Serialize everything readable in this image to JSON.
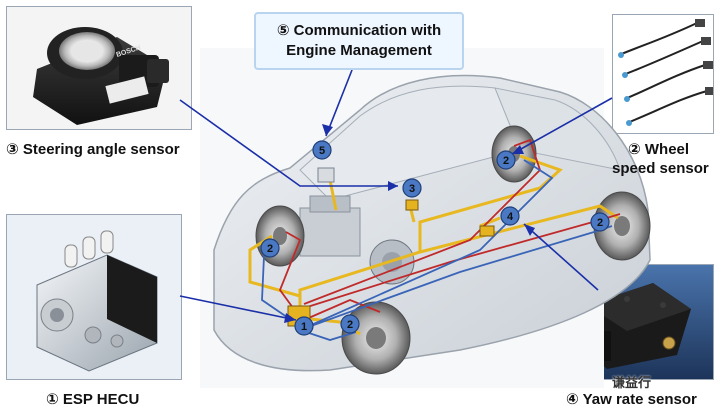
{
  "labels": {
    "steering_angle_sensor": "③ Steering angle sensor",
    "wheel_speed_sensor_line1": "② Wheel",
    "wheel_speed_sensor_line2": "speed sensor",
    "communication_line1": "⑤ Communication with",
    "communication_line2": "Engine Management",
    "esp_hecu": "① ESP HECU",
    "yaw_rate_sensor": "④ Yaw rate sensor"
  },
  "markers": [
    {
      "id": "marker-1",
      "text": "1"
    },
    {
      "id": "marker-2-front-left",
      "text": "2"
    },
    {
      "id": "marker-2-front-bottom",
      "text": "2"
    },
    {
      "id": "marker-2-rear-top",
      "text": "2"
    },
    {
      "id": "marker-2-rear-right",
      "text": "2"
    },
    {
      "id": "marker-3",
      "text": "3"
    },
    {
      "id": "marker-4",
      "text": "4"
    },
    {
      "id": "marker-5",
      "text": "5"
    }
  ],
  "sensor_photo_text": {
    "steering_brand": "BOSCH"
  },
  "watermark": "谦益行",
  "colors": {
    "marker_fill": "#4a78c2",
    "marker_stroke": "#1f3f7a",
    "leader_line": "#1a2fa8",
    "brake_line_red": "#c02a2a",
    "brake_line_blue": "#3a64b8",
    "brake_line_yellow": "#e8b820",
    "car_body": "#dfe3e8",
    "callout_bg": "#eef6ff"
  }
}
